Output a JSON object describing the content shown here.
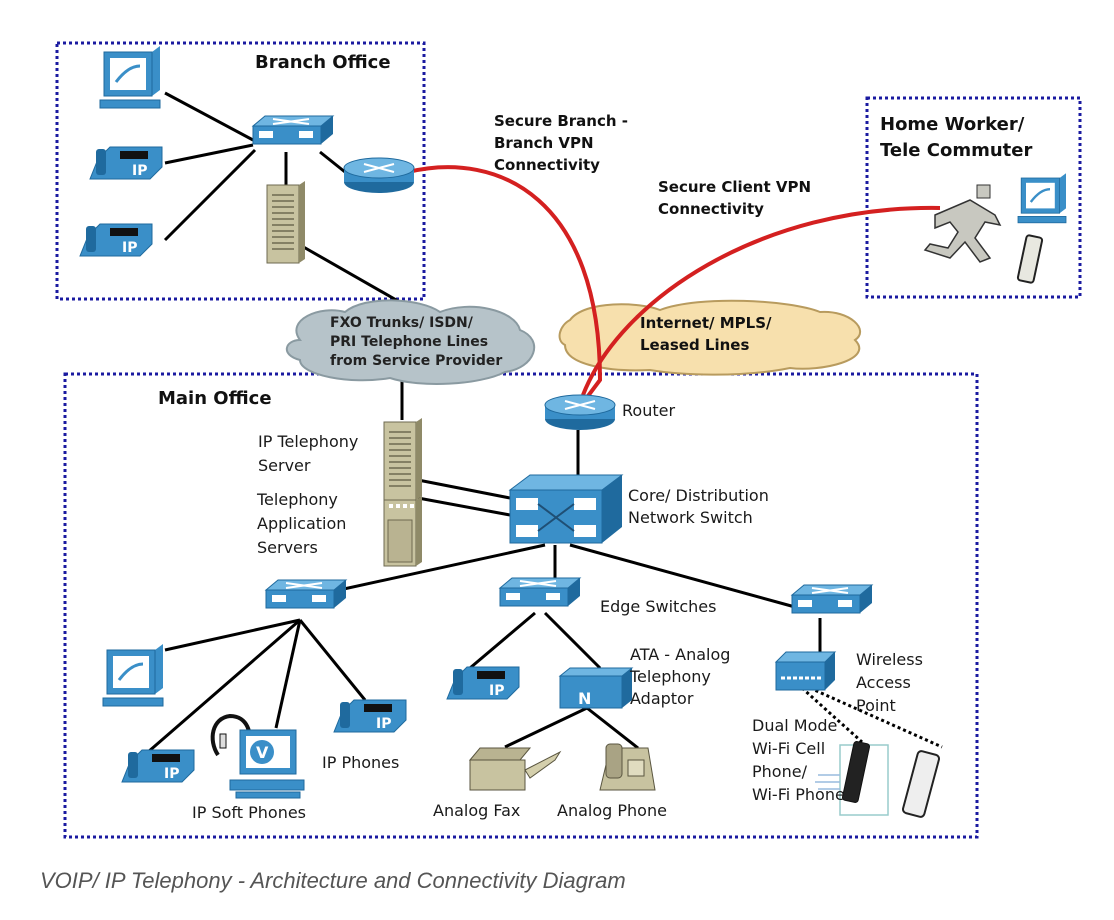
{
  "zones": {
    "branch_office": {
      "title": "Branch Office"
    },
    "home_worker": {
      "title_lines": [
        "Home Worker/",
        "Tele Commuter"
      ]
    },
    "main_office": {
      "title": "Main Office"
    }
  },
  "clouds": {
    "pstn": {
      "lines": [
        "FXO Trunks/ ISDN/",
        "PRI Telephone Lines",
        "from Service Provider"
      ],
      "color": "#b6c3c9"
    },
    "internet": {
      "lines": [
        "Internet/ MPLS/",
        "Leased Lines"
      ],
      "color": "#f7e0ad"
    }
  },
  "links": {
    "branch_vpn": {
      "lines": [
        "Secure Branch -",
        "Branch VPN",
        "Connectivity"
      ]
    },
    "client_vpn": {
      "lines": [
        "Secure Client VPN",
        "Connectivity"
      ]
    },
    "vpn_color": "#d42020"
  },
  "devices": {
    "router": "Router",
    "ip_telephony_server": [
      "IP Telephony",
      "Server"
    ],
    "app_servers": [
      "Telephony",
      "Application",
      "Servers"
    ],
    "core_switch": [
      "Core/ Distribution",
      "Network Switch"
    ],
    "edge_switches": "Edge Switches",
    "ata": [
      "ATA - Analog",
      "Telephony",
      "Adaptor"
    ],
    "wap": [
      "Wireless",
      "Access",
      "Point"
    ],
    "dual_mode": [
      "Dual Mode",
      "Wi-Fi Cell",
      "Phone/",
      "Wi-Fi Phone"
    ],
    "ip_phones": "IP Phones",
    "soft_phones": "IP Soft Phones",
    "analog_fax": "Analog Fax",
    "analog_phone": "Analog Phone",
    "ip_badge": "IP"
  },
  "colors": {
    "device_blue": "#3a8fc8",
    "device_blue_dark": "#1f6a9e",
    "server_tan": "#c8c3a0",
    "zone_border": "#1a1aa0"
  },
  "caption": "VOIP/ IP Telephony - Architecture and Connectivity Diagram"
}
